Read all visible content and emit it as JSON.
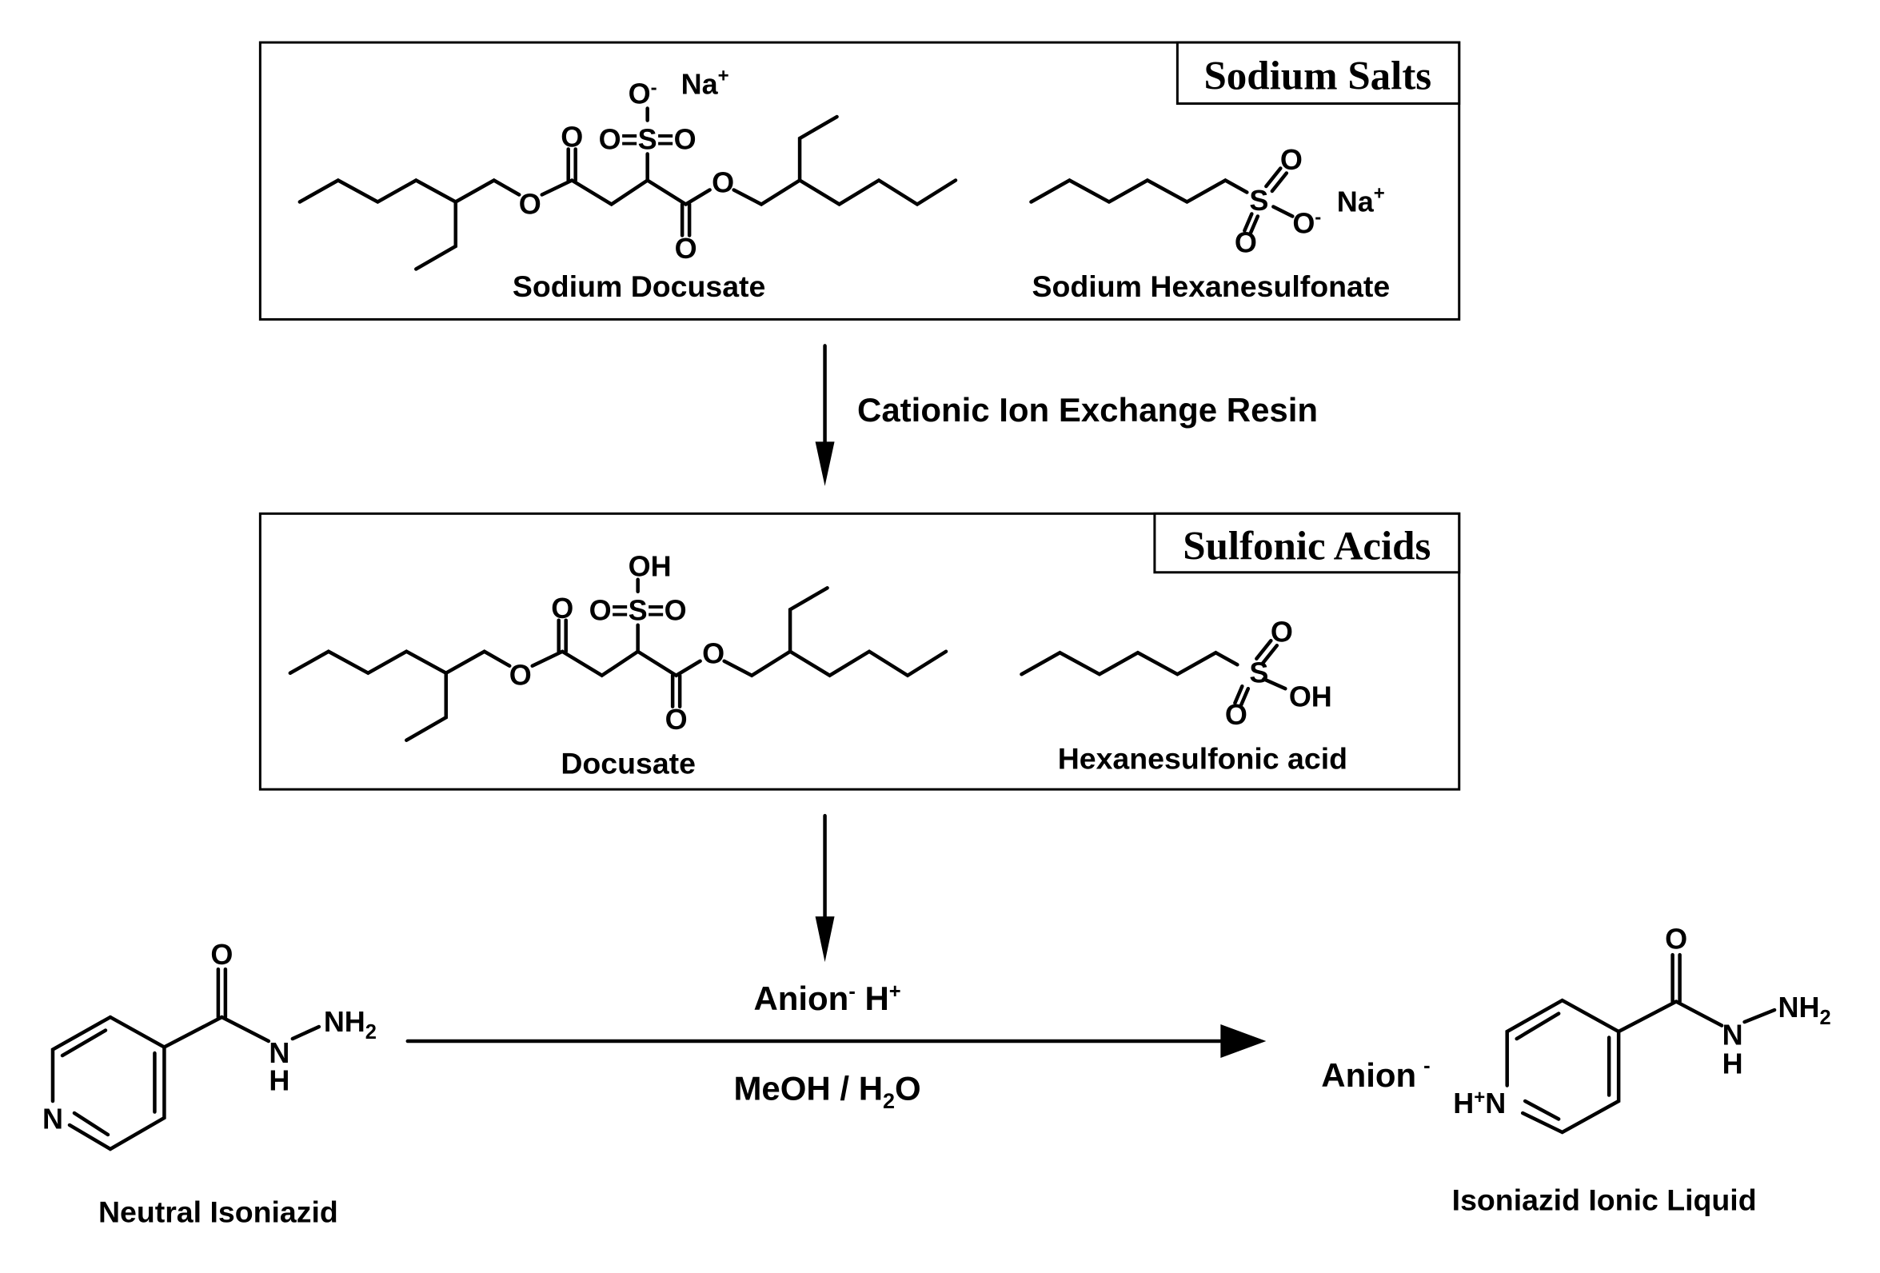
{
  "boxes": {
    "top_title": "Sodium Salts",
    "middle_title": "Sulfonic Acids"
  },
  "compounds": {
    "sodium_docusate": "Sodium Docusate",
    "sodium_hexanesulfonate": "Sodium Hexanesulfonate",
    "docusate": "Docusate",
    "hexanesulfonic_acid": "Hexanesulfonic acid",
    "neutral_isoniazid": "Neutral Isoniazid",
    "isoniazid_ionic_liquid": "Isoniazid Ionic Liquid"
  },
  "steps": {
    "step1": "Cationic Ion Exchange Resin",
    "reagent_anion": "Anion",
    "reagent_anion_charge": "-",
    "reagent_h": "H",
    "reagent_h_charge": "+",
    "solvent_a": "MeOH / H",
    "solvent_sub": "2",
    "solvent_b": "O",
    "product_anion": "Anion",
    "product_anion_charge": "-"
  },
  "atoms": {
    "O": "O",
    "S": "S",
    "Na": "Na",
    "N": "N",
    "H": "H",
    "OH": "OH",
    "NH": "NH",
    "plus": "+",
    "minus": "-",
    "two": "2"
  }
}
